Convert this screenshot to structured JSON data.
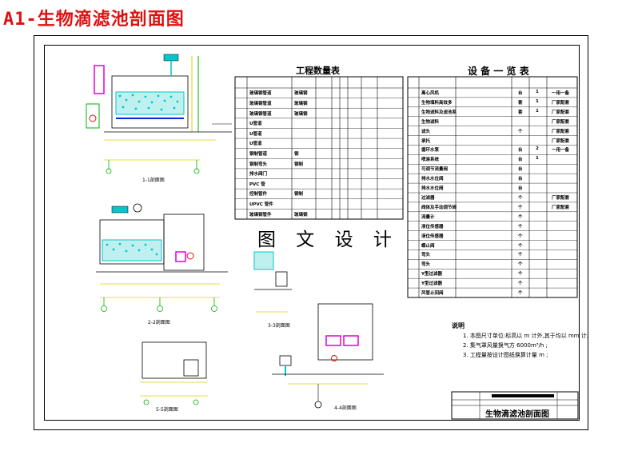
{
  "title": "A1-生物滴滤池剖面图",
  "watermark": "图 文 设 计",
  "tables": {
    "quantities_title": "工程数量表",
    "equipment_title": "设 备 一 览 表",
    "equipment_rows": [
      {
        "name": "离心风机",
        "unit": "台",
        "qty": "1",
        "note": "一用一备"
      },
      {
        "name": "生物填料高效多",
        "unit": "套",
        "qty": "1",
        "note": "厂家配套"
      },
      {
        "name": "生物滤料及滤池系",
        "unit": "套",
        "qty": "1",
        "note": "厂家配套"
      },
      {
        "name": "生物滤料",
        "unit": "",
        "qty": "",
        "note": "厂家配套"
      },
      {
        "name": "滤头",
        "unit": "个",
        "qty": "",
        "note": "厂家配套"
      },
      {
        "name": "承托",
        "unit": "",
        "qty": "",
        "note": "厂家配套"
      },
      {
        "name": "循环水泵",
        "unit": "台",
        "qty": "2",
        "note": "一用一备"
      },
      {
        "name": "喷淋系统",
        "unit": "台",
        "qty": "1",
        "note": ""
      },
      {
        "name": "可调节流量阀",
        "unit": "台",
        "qty": "",
        "note": ""
      },
      {
        "name": "排水水位阀",
        "unit": "台",
        "qty": "",
        "note": ""
      },
      {
        "name": "排水水位阀",
        "unit": "台",
        "qty": "",
        "note": ""
      },
      {
        "name": "过滤器",
        "unit": "个",
        "qty": "",
        "note": "厂家配套"
      },
      {
        "name": "阀体及手动调节阀",
        "unit": "个",
        "qty": "",
        "note": "厂家配套"
      },
      {
        "name": "流量计",
        "unit": "个",
        "qty": "",
        "note": ""
      },
      {
        "name": "液位传感器",
        "unit": "个",
        "qty": "",
        "note": ""
      },
      {
        "name": "液位传感器",
        "unit": "个",
        "qty": "",
        "note": ""
      },
      {
        "name": "蝶止阀",
        "unit": "个",
        "qty": "",
        "note": ""
      },
      {
        "name": "弯头",
        "unit": "个",
        "qty": "",
        "note": ""
      },
      {
        "name": "弯头",
        "unit": "个",
        "qty": "",
        "note": ""
      },
      {
        "name": "Y型过滤器",
        "unit": "个",
        "qty": "",
        "note": ""
      },
      {
        "name": "Y型过滤器",
        "unit": "个",
        "qty": "",
        "note": ""
      },
      {
        "name": "风管止回阀",
        "unit": "个",
        "qty": "",
        "note": ""
      }
    ],
    "quantity_rows": [
      {
        "name": "玻璃钢管道",
        "material": "玻璃钢"
      },
      {
        "name": "玻璃钢管道",
        "material": "玻璃钢"
      },
      {
        "name": "玻璃钢管道",
        "material": "玻璃钢"
      },
      {
        "name": "U管道",
        "material": ""
      },
      {
        "name": "U管道",
        "material": ""
      },
      {
        "name": "U管道",
        "material": ""
      },
      {
        "name": "钢制管道",
        "material": "钢"
      },
      {
        "name": "钢制弯头",
        "material": "钢制"
      },
      {
        "name": "排水阀门",
        "material": ""
      },
      {
        "name": "PVC 管",
        "material": ""
      },
      {
        "name": "控制管件",
        "material": "钢制"
      },
      {
        "name": "UPVC 管件",
        "material": ""
      },
      {
        "name": "玻璃钢管件",
        "material": "玻璃钢"
      }
    ]
  },
  "notes": {
    "heading": "说明",
    "line1": "1. 本图尺寸单位:标高以 m 计外,其于均以 mm 计;",
    "line2": "2. 集气罩风量换气方 6000m³/h ;",
    "line3": "3. 工程量按设计图纸换算计量 m ;"
  },
  "title_block": {
    "drawing_name": "生物滴滤池剖面图"
  },
  "section_labels": [
    "1-1剖面图",
    "2-2剖面图",
    "3-3剖面图",
    "4-4剖面图",
    "5-5剖面图"
  ],
  "colors": {
    "cyan": "#00c8c8",
    "green": "#00b000",
    "yellow": "#e0d000",
    "magenta": "#e000e0",
    "red": "#e01010",
    "blue": "#1020e0"
  }
}
